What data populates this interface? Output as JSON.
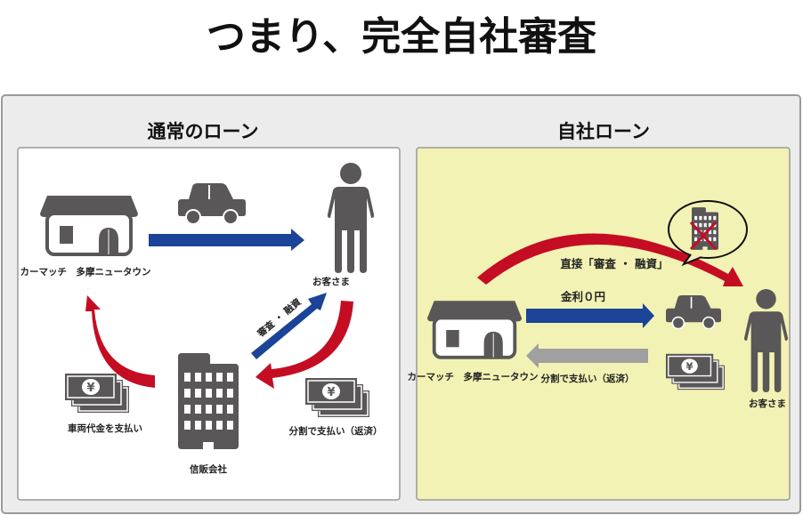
{
  "title": "つまり、完全自社審査",
  "colors": {
    "blue": "#1b4397",
    "red": "#c40d23",
    "gray_icon": "#595757",
    "gray_arrow": "#a0a0a0",
    "yellow_bg": "#f2f2b4"
  },
  "left_panel": {
    "heading": "通常のローン",
    "dealer_label": "カーマッチ　多摩ニュータウン",
    "customer_label": "お客さま",
    "screening_label": "審査 ・ 融資",
    "installment_label": "分割で支払い（返済）",
    "credit_company_label": "信販会社",
    "vehicle_payment_label": "車両代金を支払い"
  },
  "right_panel": {
    "heading": "自社ローン",
    "direct_label": "直接「審査 ・ 融資」",
    "interest_label": "金利０円",
    "dealer_label": "カーマッチ　多摩ニュータウン",
    "installment_label": "分割で支払い（返済）",
    "customer_label": "お客さま"
  }
}
